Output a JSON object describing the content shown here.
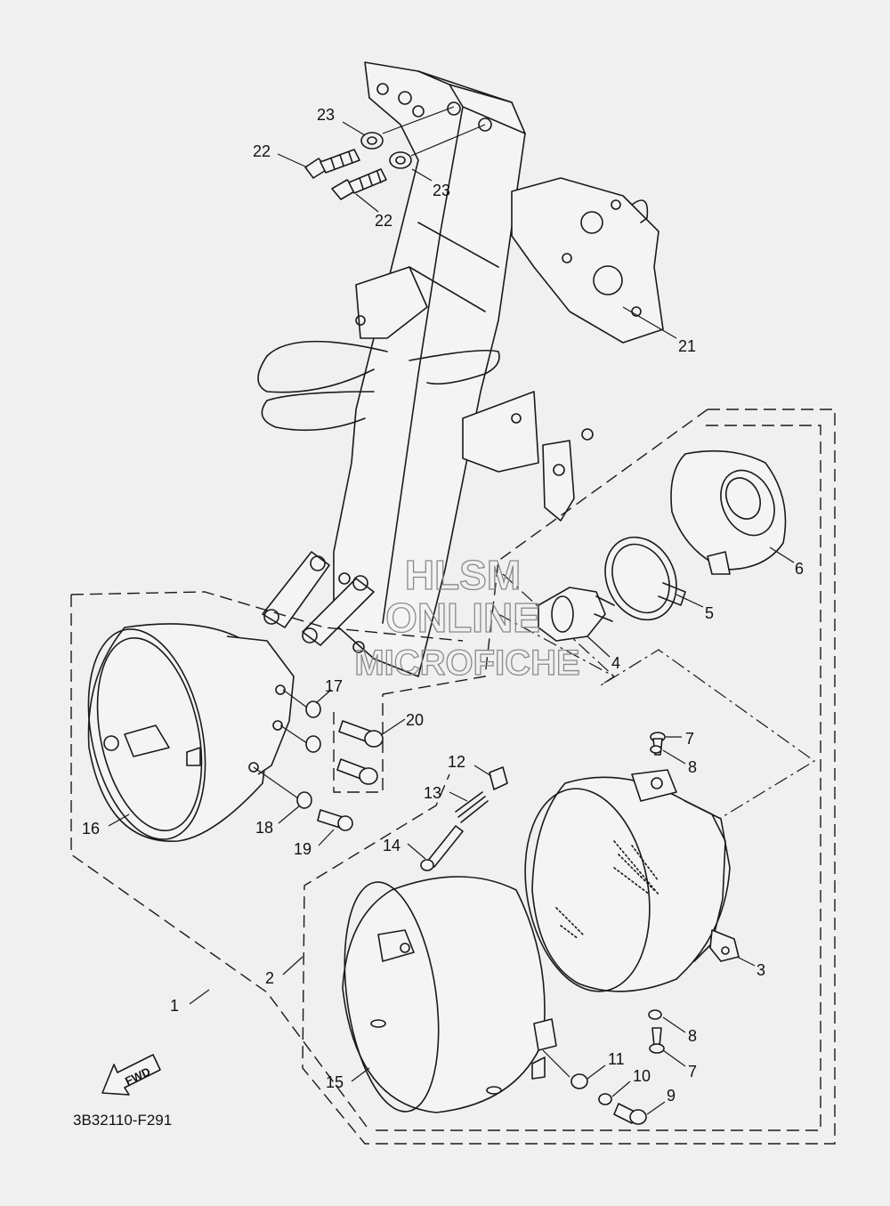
{
  "diagram_code": "3B32110-F291",
  "watermark": {
    "line1": "HLSM",
    "line2": "ONLINE",
    "line3": "MICROFICHE"
  },
  "fwd_label": "FWD",
  "callouts": {
    "c1": "1",
    "c2": "2",
    "c3": "3",
    "c4": "4",
    "c5": "5",
    "c6": "6",
    "c7a": "7",
    "c7b": "7",
    "c8a": "8",
    "c8b": "8",
    "c9": "9",
    "c10": "10",
    "c11": "11",
    "c12": "12",
    "c13": "13",
    "c14": "14",
    "c15": "15",
    "c16": "16",
    "c17": "17",
    "c18": "18",
    "c19": "19",
    "c20": "20",
    "c21": "21",
    "c22a": "22",
    "c22b": "22",
    "c23a": "23",
    "c23b": "23"
  }
}
